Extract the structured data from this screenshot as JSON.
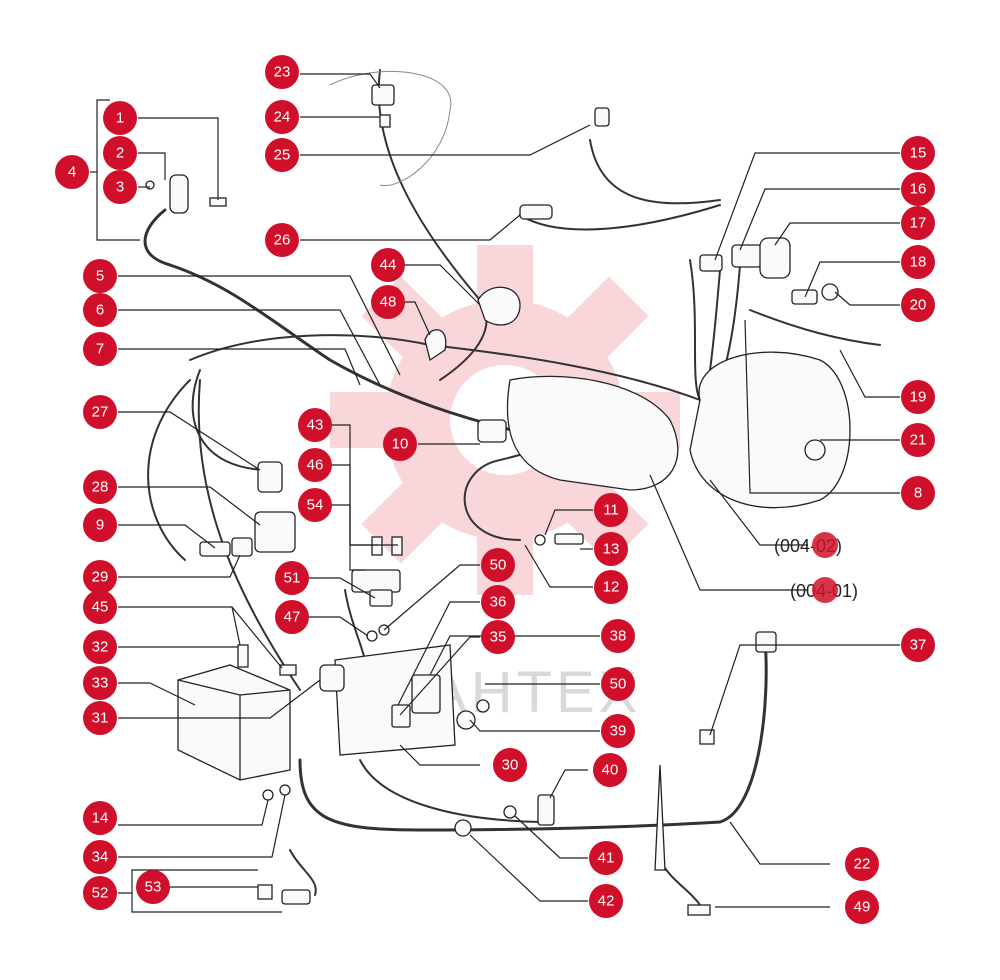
{
  "colors": {
    "callout": "#d0102a",
    "line": "#222222",
    "watermark_gear": "#f5b6bd"
  },
  "callouts": [
    {
      "id": "c1",
      "label": "1"
    },
    {
      "id": "c2",
      "label": "2"
    },
    {
      "id": "c3",
      "label": "3"
    },
    {
      "id": "c4",
      "label": "4"
    },
    {
      "id": "c5",
      "label": "5"
    },
    {
      "id": "c6",
      "label": "6"
    },
    {
      "id": "c7",
      "label": "7"
    },
    {
      "id": "c8",
      "label": "8"
    },
    {
      "id": "c9",
      "label": "9"
    },
    {
      "id": "c10",
      "label": "10"
    },
    {
      "id": "c11",
      "label": "11"
    },
    {
      "id": "c12",
      "label": "12"
    },
    {
      "id": "c13",
      "label": "13"
    },
    {
      "id": "c14",
      "label": "14"
    },
    {
      "id": "c15",
      "label": "15"
    },
    {
      "id": "c16",
      "label": "16"
    },
    {
      "id": "c17",
      "label": "17"
    },
    {
      "id": "c18",
      "label": "18"
    },
    {
      "id": "c19",
      "label": "19"
    },
    {
      "id": "c20",
      "label": "20"
    },
    {
      "id": "c21",
      "label": "21"
    },
    {
      "id": "c22",
      "label": "22"
    },
    {
      "id": "c23",
      "label": "23"
    },
    {
      "id": "c24",
      "label": "24"
    },
    {
      "id": "c25",
      "label": "25"
    },
    {
      "id": "c26",
      "label": "26"
    },
    {
      "id": "c27",
      "label": "27"
    },
    {
      "id": "c28",
      "label": "28"
    },
    {
      "id": "c29",
      "label": "29"
    },
    {
      "id": "c30",
      "label": "30"
    },
    {
      "id": "c31",
      "label": "31"
    },
    {
      "id": "c32",
      "label": "32"
    },
    {
      "id": "c33",
      "label": "33"
    },
    {
      "id": "c34",
      "label": "34"
    },
    {
      "id": "c35",
      "label": "35"
    },
    {
      "id": "c36",
      "label": "36"
    },
    {
      "id": "c37",
      "label": "37"
    },
    {
      "id": "c38",
      "label": "38"
    },
    {
      "id": "c39",
      "label": "39"
    },
    {
      "id": "c40",
      "label": "40"
    },
    {
      "id": "c41",
      "label": "41"
    },
    {
      "id": "c42",
      "label": "42"
    },
    {
      "id": "c43",
      "label": "43"
    },
    {
      "id": "c44",
      "label": "44"
    },
    {
      "id": "c45",
      "label": "45"
    },
    {
      "id": "c46",
      "label": "46"
    },
    {
      "id": "c47",
      "label": "47"
    },
    {
      "id": "c48",
      "label": "48"
    },
    {
      "id": "c49",
      "label": "49"
    },
    {
      "id": "c50a",
      "label": "50"
    },
    {
      "id": "c50b",
      "label": "50"
    },
    {
      "id": "c51",
      "label": "51"
    },
    {
      "id": "c52",
      "label": "52"
    },
    {
      "id": "c53",
      "label": "53"
    },
    {
      "id": "c54",
      "label": "54"
    }
  ],
  "references": {
    "ref_alternator": "(004-02)",
    "ref_starter": "(004-01)"
  },
  "watermark": "JAHTEX"
}
